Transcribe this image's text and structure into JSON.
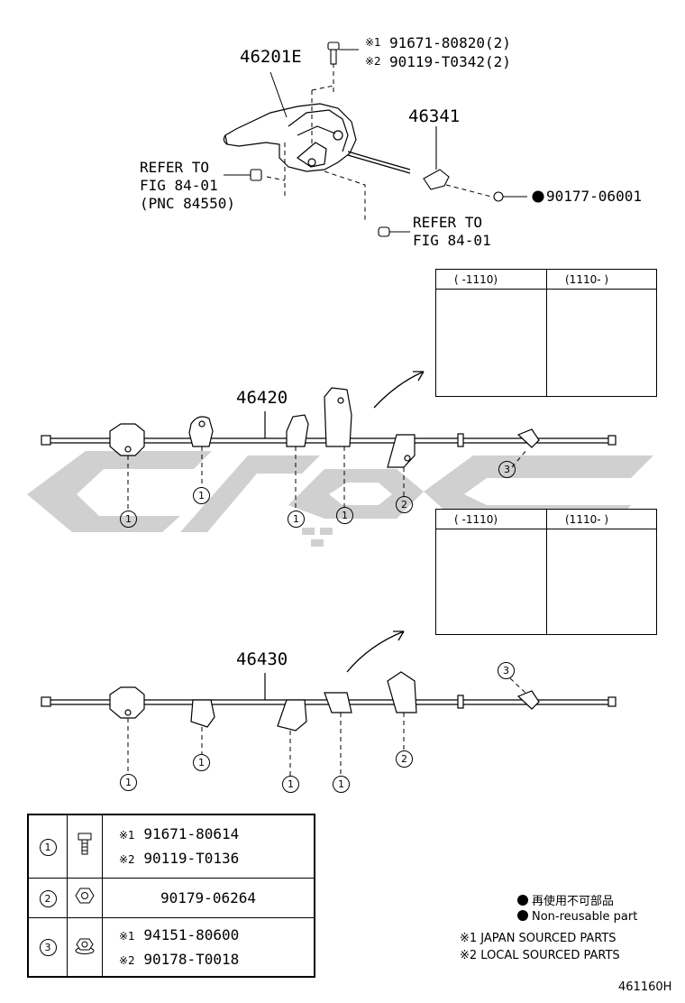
{
  "top": {
    "lever_part": "46201E",
    "bolt_1": "91671-80820(2)",
    "bolt_2": "90119-T0342(2)",
    "bolt_1_mark": "※1",
    "bolt_2_mark": "※2",
    "bracket_part": "46341",
    "nut_part": "90177-06001",
    "refer_left_1": "REFER TO",
    "refer_left_2": "FIG 84-01",
    "refer_left_3": "(PNC 84550)",
    "refer_right_1": "REFER TO",
    "refer_right_2": "FIG 84-01"
  },
  "cable1": {
    "part": "46420",
    "inset_left_header": "(   -1110)",
    "inset_right_header": "(1110-    )",
    "callouts": [
      "1",
      "1",
      "1",
      "1",
      "2",
      "3"
    ]
  },
  "cable2": {
    "part": "46430",
    "inset_left_header": "(   -1110)",
    "inset_right_header": "(1110-    )",
    "callouts": [
      "1",
      "1",
      "1",
      "1",
      "2",
      "3"
    ]
  },
  "table": {
    "rows": [
      {
        "num": "1",
        "icon": "bolt-icon",
        "mark1": "※1",
        "p1": "91671-80614",
        "mark2": "※2",
        "p2": "90119-T0136"
      },
      {
        "num": "2",
        "icon": "nut-icon",
        "p": "90179-06264"
      },
      {
        "num": "3",
        "icon": "flange-nut-icon",
        "mark1": "※1",
        "p1": "94151-80600",
        "mark2": "※2",
        "p2": "90178-T0018"
      }
    ]
  },
  "legend": {
    "jp": "再使用不可部品",
    "en": "Non-reusable part",
    "src1": "※1 JAPAN SOURCED PARTS",
    "src2": "※2 LOCAL SOURCED PARTS"
  },
  "figure_id": "461160H"
}
